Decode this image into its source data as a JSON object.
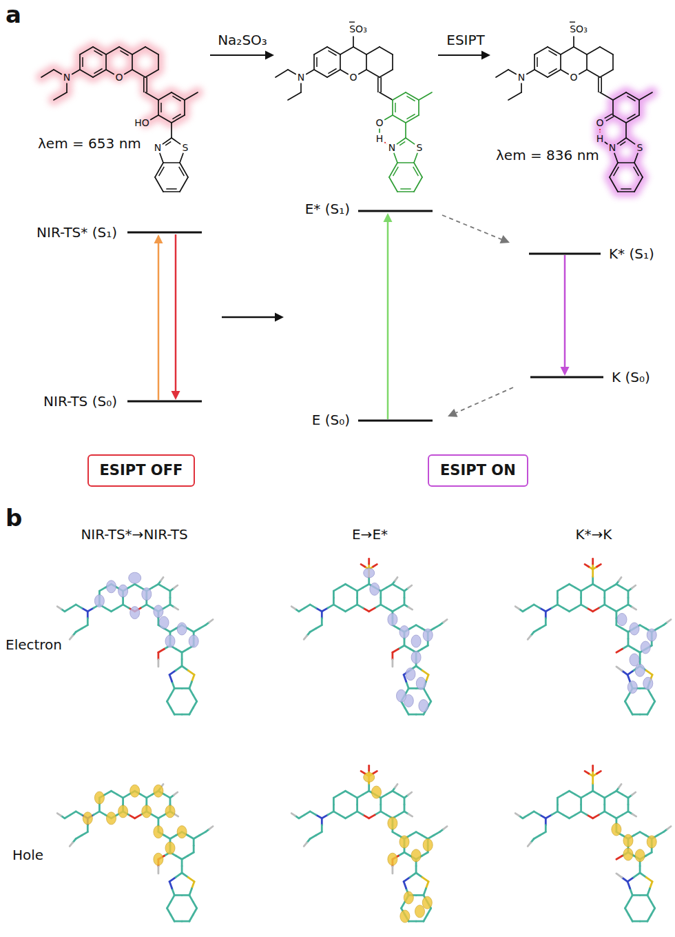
{
  "diagram": {
    "nodes": [
      {
        "text": [
          "ESIPT OFF"
        ]
      },
      {
        "text": [
          "ESIPT ON"
        ]
      }
    ],
    "labels": [
      "a",
      "N",
      "O",
      "HO",
      "N",
      "S",
      "λem = 653 nm",
      "Na₂SO₃",
      "SO₃",
      "N",
      "O",
      "O",
      "H",
      "N",
      "S",
      "ESIPT",
      "SO₃",
      "N",
      "O",
      "O",
      "H",
      "N",
      "S",
      "λem = 836 nm",
      "NIR-TS* (S₁)",
      "NIR-TS (S₀)",
      "E* (S₁)",
      "E (S₀)",
      "K* (S₁)",
      "K (S₀)",
      "b",
      "NIR-TS*→NIR-TS",
      "E→E*",
      "K*→K",
      "Electron",
      "Hole"
    ]
  }
}
